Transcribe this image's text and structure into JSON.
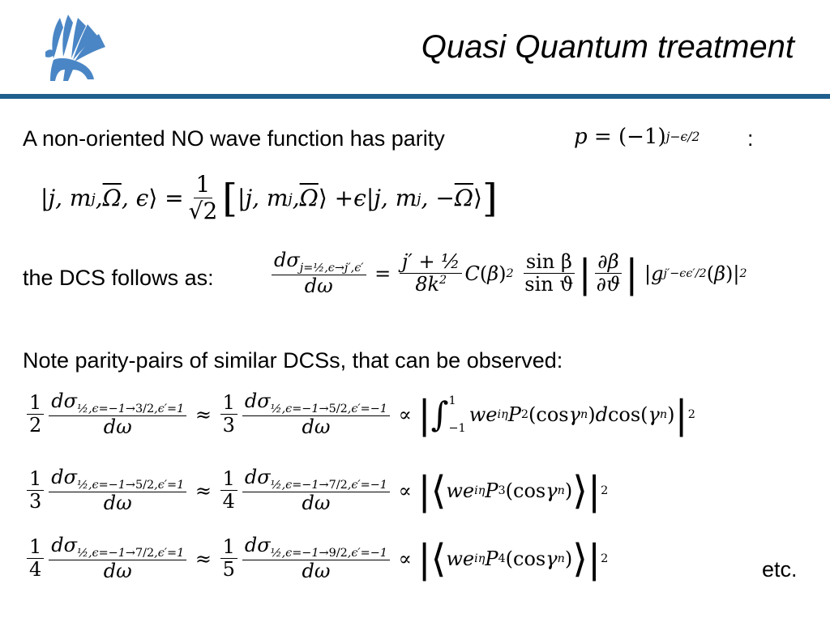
{
  "title": "Quasi Quantum treatment",
  "intro": "A non-oriented NO wave function has parity",
  "intro_colon": ":",
  "dcs_label": "the DCS follows as:",
  "note": "Note parity-pairs of similar DCSs, that can be observed:",
  "etc": "etc.",
  "colors": {
    "rule": "#1f5f8e",
    "logo": "#4a86c5"
  },
  "icons": {
    "logo": "griffin-logo-icon"
  }
}
